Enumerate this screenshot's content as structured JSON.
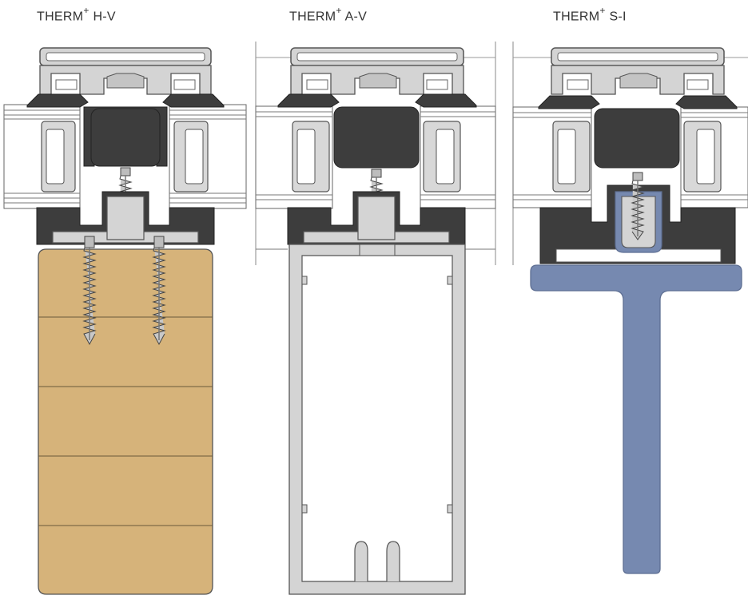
{
  "captions": [
    {
      "prefix": "THERM",
      "sup": "+",
      "suffix": " H-V"
    },
    {
      "prefix": "THERM",
      "sup": "+",
      "suffix": " A-V"
    },
    {
      "prefix": "THERM",
      "sup": "+",
      "suffix": " S-I"
    }
  ],
  "colors": {
    "aluminium": "#d4d4d4",
    "aluminium_dark": "#9a9a9a",
    "outline": "#555555",
    "gasket": "#3d3d3d",
    "timber": "#d6b37a",
    "steel": "#7689b0",
    "steel_outline": "#5e6f93",
    "screw": "#bdbdbd"
  },
  "icons": {
    "timber_mullion": "timber-mullion-icon",
    "aluminium_mullion": "aluminium-mullion-icon",
    "steel_mullion": "steel-t-mullion-icon"
  }
}
